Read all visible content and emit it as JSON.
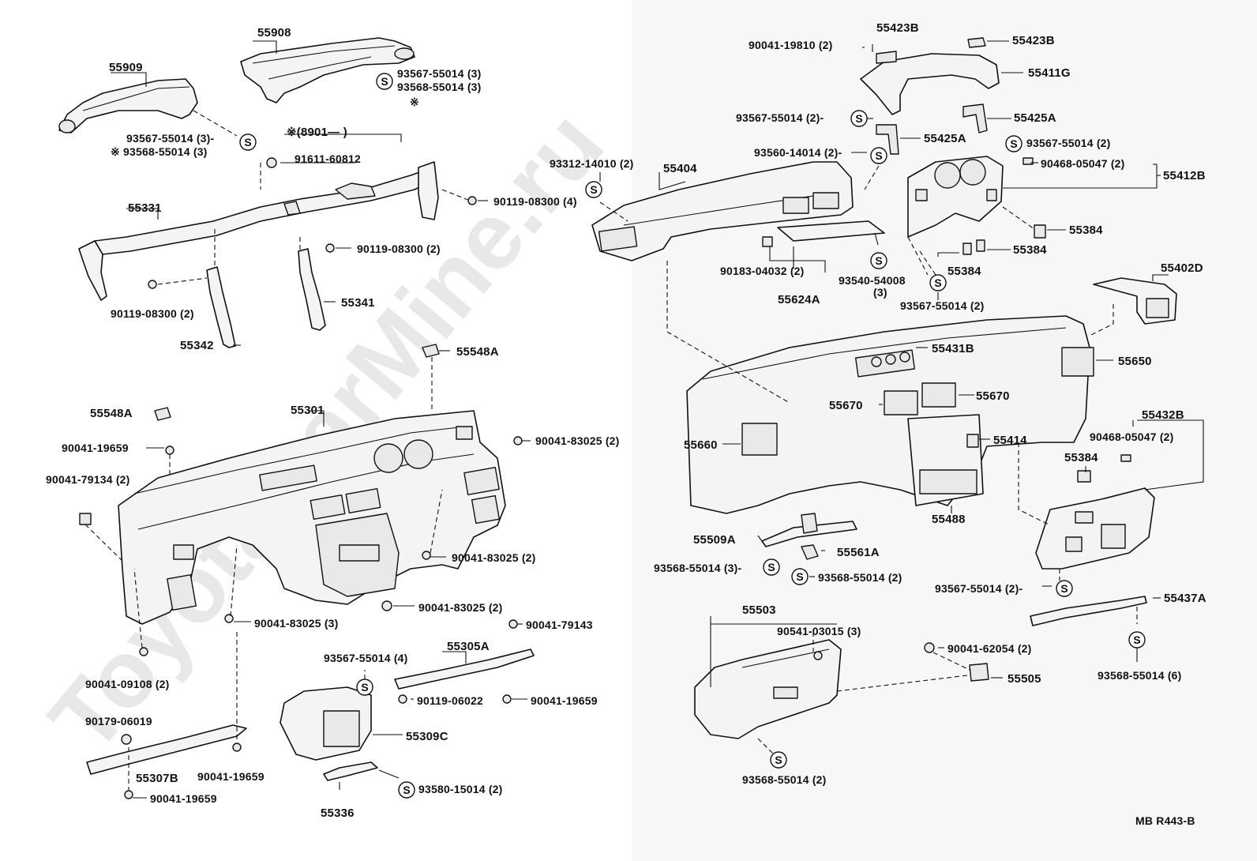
{
  "watermark": "ToyotaCarMine.ru",
  "note": "※(8901—          )",
  "footer_code": "MB R443-B",
  "labels": {
    "l55908": "55908",
    "l55909": "55909",
    "l93567_3a": "93567-55014 (3)",
    "l93568_3a": "93568-55014 (3)",
    "l93567_3b": "93567-55014 (3)-",
    "l93568_3b": "※ 93568-55014 (3)",
    "l91611": "91611-60812",
    "l55331": "55331",
    "l90119_4": "90119-08300 (4)",
    "l90119_2a": "90119-08300 (2)",
    "l90119_2b": "90119-08300 (2)",
    "l55341": "55341",
    "l55342": "55342",
    "l55548A_1": "55548A",
    "l55548A_2": "55548A",
    "l55301": "55301",
    "l90041_19659a": "90041-19659",
    "l90041_79134": "90041-79134 (2)",
    "l90041_83025a": "90041-83025 (2)",
    "l90041_83025b": "90041-83025 (2)",
    "l90041_83025c": "90041-83025 (3)",
    "l90041_83025d": "90041-83025 (2)",
    "l90041_79143": "90041-79143",
    "l90041_09108": "90041-09108 (2)",
    "l93567_4": "93567-55014 (4)",
    "l55305A": "55305A",
    "l90119_06022": "90119-06022",
    "l90041_19659b": "90041-19659",
    "l90179": "90179-06019",
    "l55309C": "55309C",
    "l55307B": "55307B",
    "l90041_19659c": "90041-19659",
    "l90041_19659d": "90041-19659",
    "l93580": "93580-15014 (2)",
    "l55336": "55336",
    "l90041_19810": "90041-19810 (2)",
    "l55423B_1": "55423B",
    "l55423B_2": "55423B",
    "l55411G": "55411G",
    "l93567_2a": "93567-55014 (2)-",
    "l55425A_1": "55425A",
    "l55425A_2": "55425A",
    "l93567_2b": "93567-55014 (2)",
    "l93560": "93560-14014 (2)-",
    "l93312": "93312-14010 (2)",
    "l55404": "55404",
    "l90468_a": "90468-05047 (2)",
    "l55412B": "55412B",
    "l55384_1": "55384",
    "l55384_2": "55384",
    "l55384_3": "55384",
    "l55384_4": "55384",
    "l90183": "90183-04032 (2)",
    "l93540": "93540-54008",
    "l93540_q": "(3)",
    "l55624A": "55624A",
    "l93567_2c": "93567-55014 (2)",
    "l55402D": "55402D",
    "l55431B": "55431B",
    "l55650": "55650",
    "l55670_1": "55670",
    "l55670_2": "55670",
    "l55660": "55660",
    "l55414": "55414",
    "l55432B": "55432B",
    "l90468_b": "90468-05047 (2)",
    "l55488": "55488",
    "l55509A": "55509A",
    "l55561A": "55561A",
    "l93568_3c": "93568-55014 (3)-",
    "l93568_2a": "93568-55014 (2)",
    "l93567_2d": "93567-55014 (2)-",
    "l55437A": "55437A",
    "l55503": "55503",
    "l90541": "90541-03015 (3)",
    "l90041_62054": "90041-62054 (2)",
    "l55505": "55505",
    "l93568_6": "93568-55014 (6)",
    "l93568_2b": "93568-55014 (2)",
    "s_symbol": "S"
  }
}
